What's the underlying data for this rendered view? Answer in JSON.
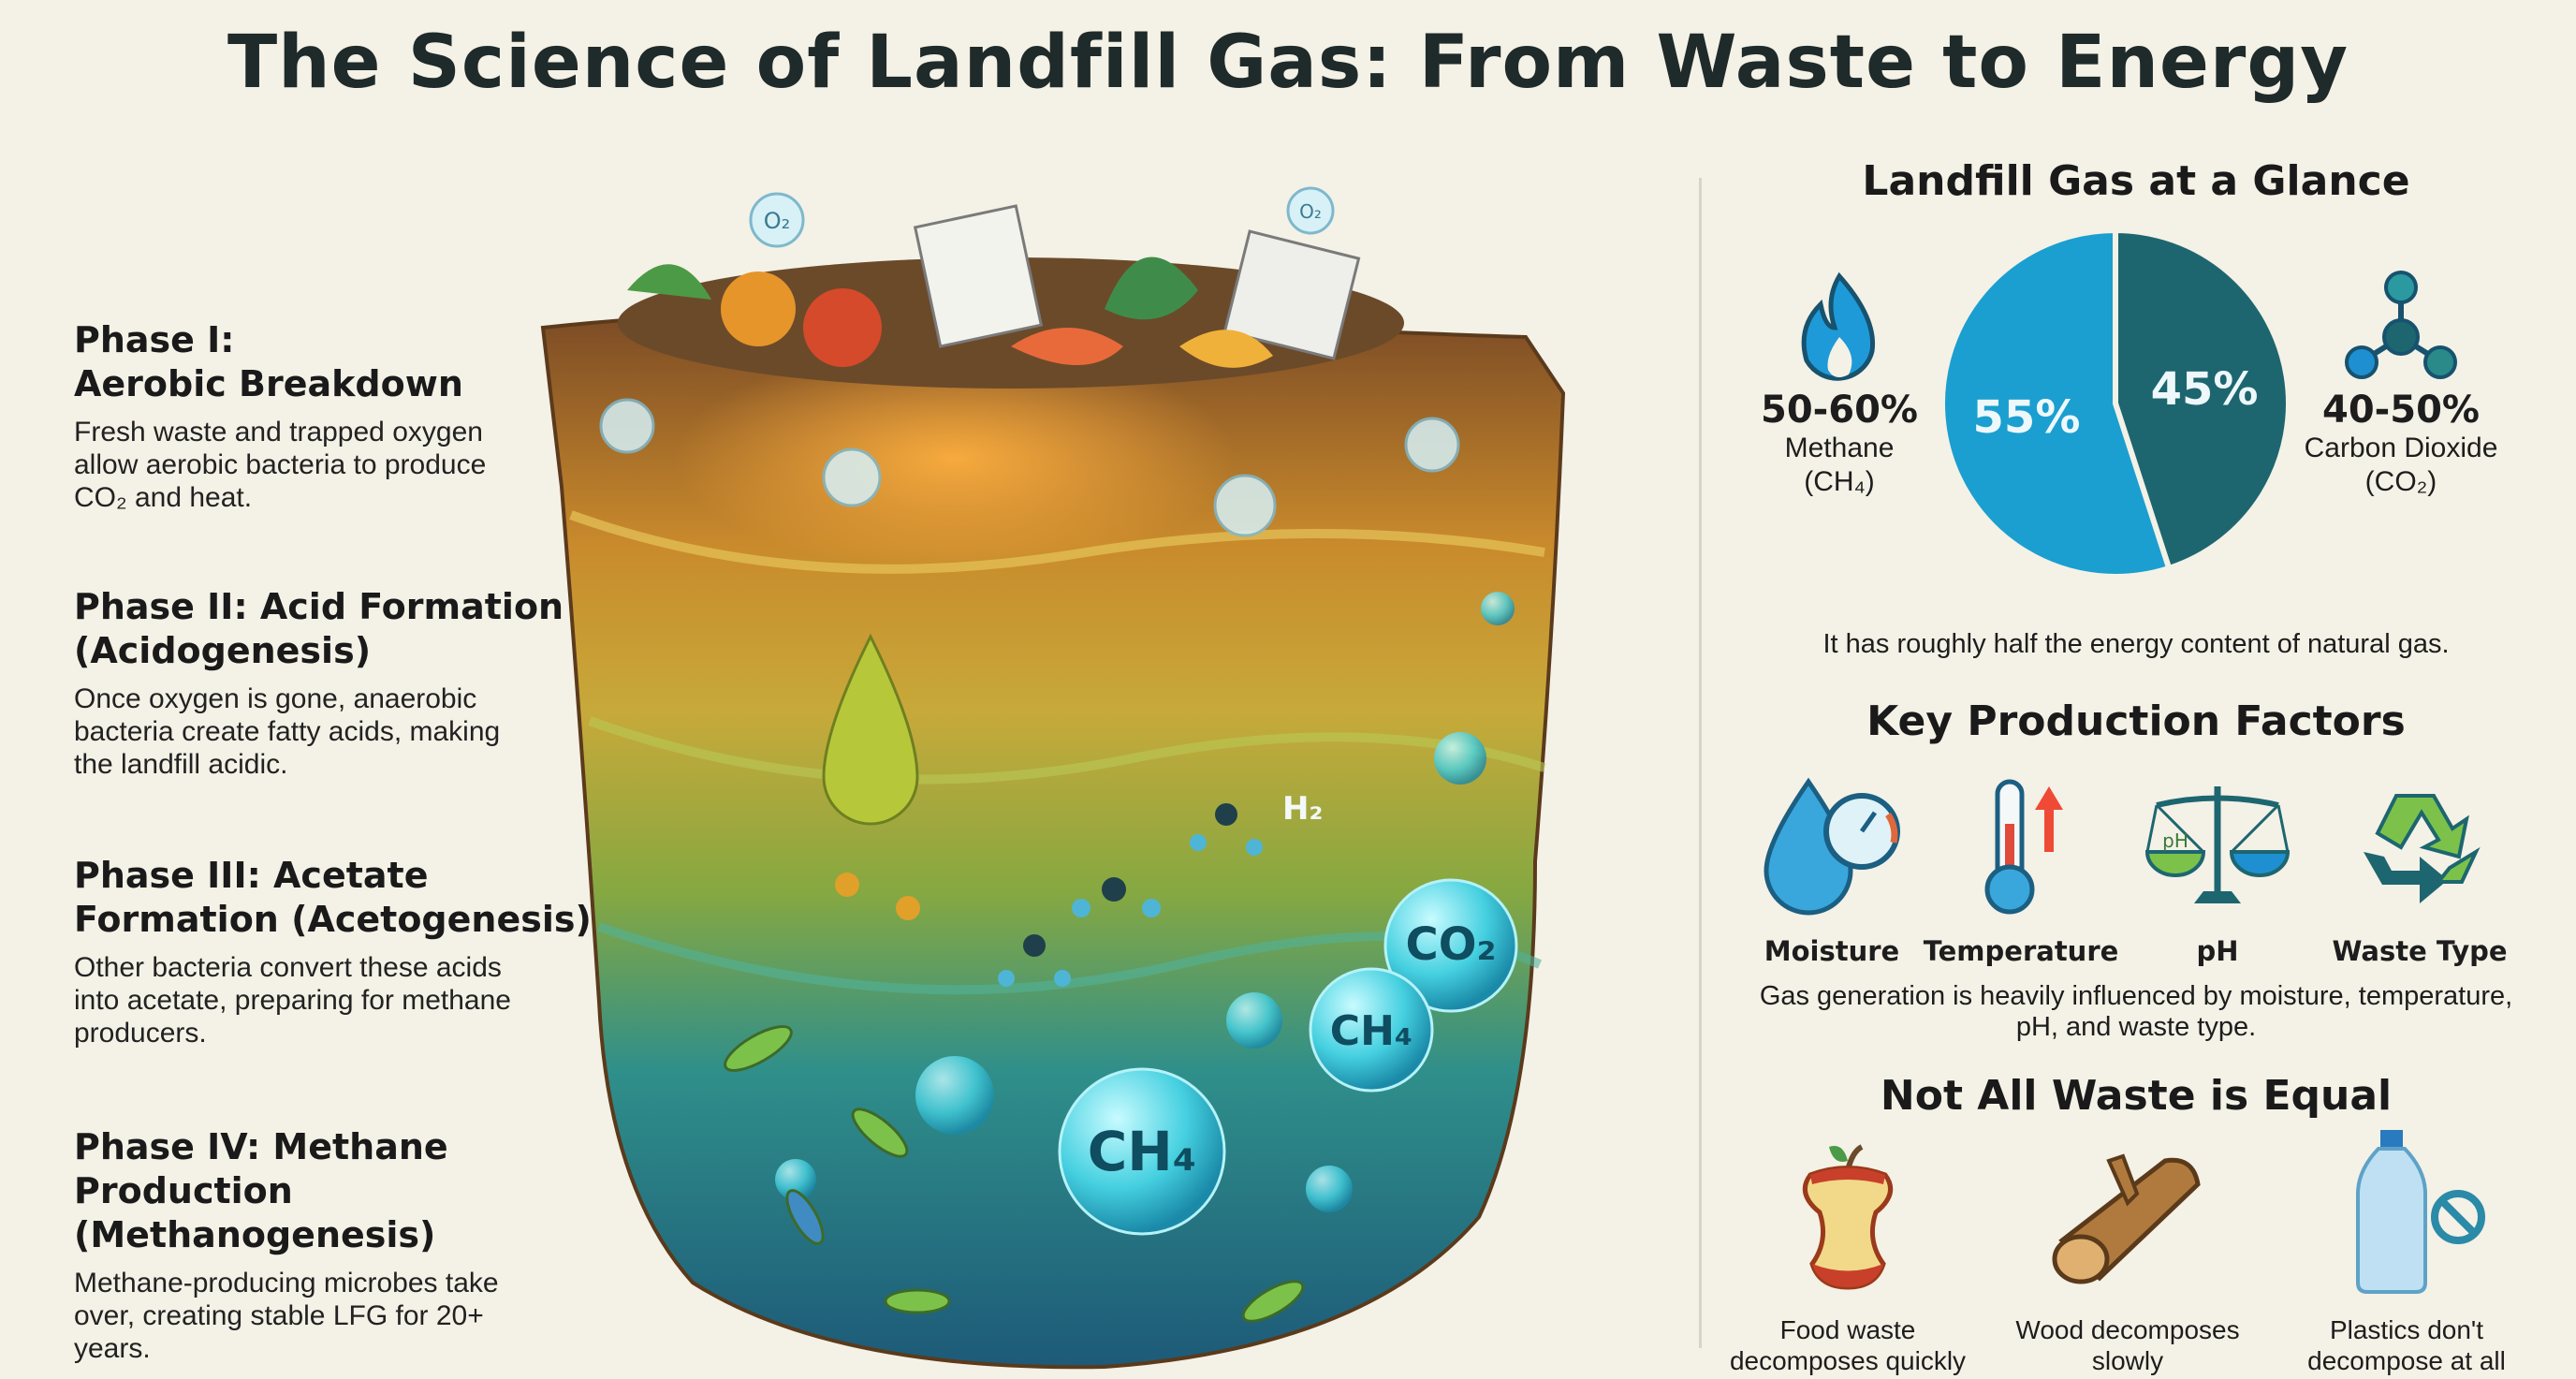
{
  "title": "The Science of Landfill Gas: From Waste to Energy",
  "phases": [
    {
      "heading": "Phase I:\nAerobic Breakdown",
      "body": "Fresh waste and trapped oxygen allow aerobic bacteria to produce CO₂ and heat."
    },
    {
      "heading": "Phase II: Acid Formation (Acidogenesis)",
      "body": "Once oxygen is gone, anaerobic bacteria create fatty acids, making the landfill acidic."
    },
    {
      "heading": "Phase III: Acetate Formation (Acetogenesis)",
      "body": "Other bacteria convert these acids into acetate, preparing for methane producers."
    },
    {
      "heading": "Phase IV: Methane Production (Methanogenesis)",
      "body": "Methane-producing microbes take over, creating stable LFG for 20+ years."
    }
  ],
  "illustration": {
    "o2": "O₂",
    "h2": "H₂",
    "co2": "CO₂",
    "ch4": "CH₄"
  },
  "glance": {
    "title": "Landfill Gas at a Glance",
    "methane": {
      "pct": "50-60%",
      "name": "Methane",
      "formula": "(CH₄)",
      "icon": "flame-icon"
    },
    "co2": {
      "pct": "40-50%",
      "name": "Carbon Dioxide",
      "formula": "(CO₂)",
      "icon": "molecule-icon"
    },
    "caption": "It has roughly half the energy content of natural gas."
  },
  "chart_data": {
    "type": "pie",
    "categories": [
      "Methane",
      "Carbon Dioxide"
    ],
    "values": [
      55,
      45
    ],
    "labels": [
      "55%",
      "45%"
    ],
    "colors": [
      "#1a9fd0",
      "#1d6670"
    ]
  },
  "factors": {
    "title": "Key Production Factors",
    "items": [
      {
        "label": "Moisture",
        "icon": "water-drop-gauge-icon"
      },
      {
        "label": "Temperature",
        "icon": "thermometer-icon"
      },
      {
        "label": "pH",
        "icon": "balance-scale-icon",
        "tag": "pH"
      },
      {
        "label": "Waste Type",
        "icon": "recycle-icon"
      }
    ],
    "caption": "Gas generation is heavily influenced by moisture, temperature, pH, and waste type."
  },
  "waste": {
    "title": "Not All Waste is Equal",
    "items": [
      {
        "label": "Food waste decomposes quickly",
        "icon": "apple-core-icon"
      },
      {
        "label": "Wood decomposes slowly",
        "icon": "wood-log-icon"
      },
      {
        "label": "Plastics don't decompose at all",
        "icon": "plastic-bottle-icon"
      }
    ]
  }
}
